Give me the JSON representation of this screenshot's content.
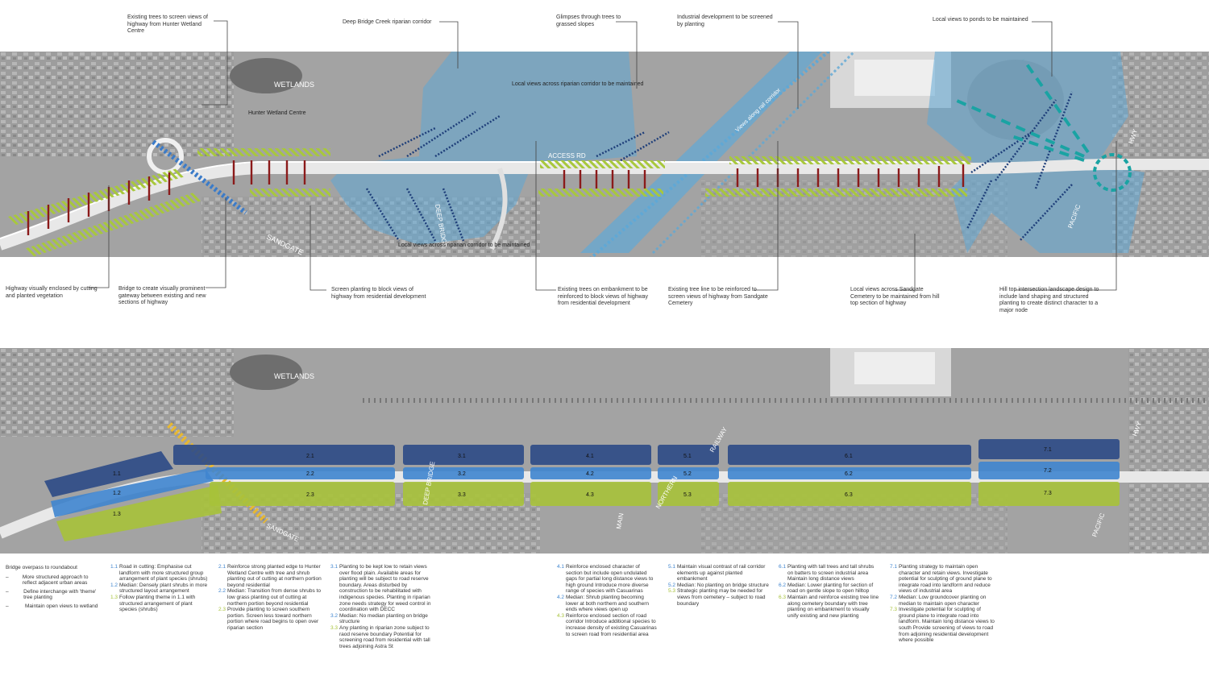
{
  "top_map": {
    "place_labels": {
      "wetlands": "WETLANDS",
      "hunter_wetland_centre": "Hunter Wetland Centre",
      "sandgate": "SANDGATE",
      "access_rd": "ACCESS RD",
      "deep_bridge": "DEEP BRIDGE",
      "pacific": "PACIFIC",
      "hwy": "HWY"
    },
    "map_annotations": {
      "local_views_riparian_top": "Local views across riparian corridor to be maintained",
      "local_views_riparian_bottom": "Local views across riparian corridor to be maintained",
      "views_along_rail": "Views along rail corridor"
    },
    "top_annotations": [
      "Existing trees to screen views of highway from Hunter Wetland Centre",
      "Deep Bridge Creek riparian corridor",
      "Glimpses through trees to grassed slopes",
      "Industrial development to be screened by planting",
      "Local views to ponds to be maintained"
    ],
    "bottom_annotations": [
      "Highway visually enclosed by cutting and planted vegetation",
      "Bridge to create visually prominent gateway between existing and new sections of highway",
      "Screen planting to block views of highway from residential development",
      "Existing trees on embankment to be reinforced to block views of highway from residential development",
      "Existing tree line to be reinforced to screen views of highway from Sandgate Cemetery",
      "Local views across Sandgate Cemetery to be maintained from hill top section of highway",
      "Hill top intersection landscape design to include land shaping and structured planting to create distinct character to a major node"
    ]
  },
  "bottom_map": {
    "place_labels": {
      "wetlands": "WETLANDS",
      "sandgate": "SANDGATE",
      "deep_bridge": "DEEP BRIDGE",
      "northern": "NORTHERN",
      "railway": "RAILWAY",
      "pacific": "PACIFIC",
      "hwy": "HWY",
      "main": "MAIN"
    },
    "zone_codes": [
      "1.1",
      "1.2",
      "1.3",
      "2.1",
      "2.2",
      "2.3",
      "3.1",
      "3.2",
      "3.3",
      "4.1",
      "4.2",
      "4.3",
      "5.1",
      "5.2",
      "5.3",
      "6.1",
      "6.2",
      "6.3",
      "7.1",
      "7.2",
      "7.3"
    ]
  },
  "legend": {
    "bridge": {
      "title": "Bridge overpass to roundabout",
      "items": [
        {
          "dash": "–",
          "text": "More structured approach to reflect adjacent urban areas"
        },
        {
          "dash": "–",
          "text": "Define interchange with 'theme' tree planting"
        },
        {
          "dash": "–",
          "text": "Maintain open views to wetland"
        }
      ]
    },
    "columns": [
      {
        "entries": [
          {
            "num": "1.1",
            "text": "Road in cutting: Emphasise cut landform with more structured group arrangement of plant species (shrubs)"
          },
          {
            "num": "1.2",
            "text": "Median: Densely plant shrubs in more structured layout arrangement"
          },
          {
            "num": "1.3",
            "text": "Follow planting theme in 1.1 with structured arrangement of plant species (shrubs)"
          }
        ]
      },
      {
        "entries": [
          {
            "num": "2.1",
            "text": "Reinforce strong planted edge to Hunter Wetland Centre with tree and shrub planting out of cutting at northern portion beyond residential"
          },
          {
            "num": "2.2",
            "text": "Median: Transition from dense shrubs to low grass planting out of cutting at northern portion beyond residential"
          },
          {
            "num": "2.3",
            "text": "Provide planting to screen southern portion. Screen less toward northern portion where road begins to open over riparian section"
          }
        ]
      },
      {
        "entries": [
          {
            "num": "3.1",
            "text": "Planting to be kept low to retain views over flood plain. Available areas for planting will be subject to road reserve boundary. Areas disturbed by construction to be rehabilitated with indigenous species. Planting in riparian zone needs strategy for weed control in coordination with DECC"
          },
          {
            "num": "3.2",
            "text": "Median: No median planting on bridge structure"
          },
          {
            "num": "3.3",
            "text": "Any planting in riparian zone subject to raod reserve boundary Potential for screening road from residential with tall trees adjoining Astra St"
          }
        ]
      },
      {
        "entries": [
          {
            "num": "4.1",
            "text": "Reinforce enclosed character of section but include open undulated gaps for partial long distance views to high ground Introduce more diverse range of species with Casuarinas"
          },
          {
            "num": "4.2",
            "text": "Median: Shrub planting becoming lower at both northern and southern ends where views open up"
          },
          {
            "num": "4.3",
            "text": "Reinforce enclosed section of road corridor Introduce additional species to increase density of existing Casuarinas to screen road from residential area"
          }
        ]
      },
      {
        "entries": [
          {
            "num": "5.1",
            "text": "Maintain visual contrast of rail corridor elements up against planted embankment"
          },
          {
            "num": "5.2",
            "text": "Median: No planting on bridge structure"
          },
          {
            "num": "5.3",
            "text": "Strategic planting may be needed for views from cemetery – subject to road boundary"
          }
        ]
      },
      {
        "entries": [
          {
            "num": "6.1",
            "text": "Planting with tall trees and tall shrubs on batters to screen industrial area Maintain long distance views"
          },
          {
            "num": "6.2",
            "text": "Median: Lower planting for section of road on gentle slope to open hilltop"
          },
          {
            "num": "6.3",
            "text": "Maintain and reinforce existing tree line along cemetery boundary with tree planting on embankment to visually unify existing and new planting"
          }
        ]
      },
      {
        "entries": [
          {
            "num": "7.1",
            "text": "Planting strategy to maintain open character and retain views. Investigate potential for sculpting of ground plane to integrate road into landform and reduce views of industrial area"
          },
          {
            "num": "7.2",
            "text": "Median: Low groundcover planting on median to maintain open character"
          },
          {
            "num": "7.3",
            "text": "Investigate potential for sculpting of ground plane to integrate road into landform. Maintain long distance views to south Provide screening of views to road from adjoining residential development where possible"
          }
        ]
      }
    ]
  },
  "colors": {
    "zone_dark": "#2c4a86",
    "zone_mid": "#3f85cf",
    "zone_green": "#a7c23a",
    "water_blue": "#5fa8d6",
    "arrow_red": "#8b1a1a",
    "teal": "#1aa3a3",
    "navy": "#1f3f7a"
  }
}
